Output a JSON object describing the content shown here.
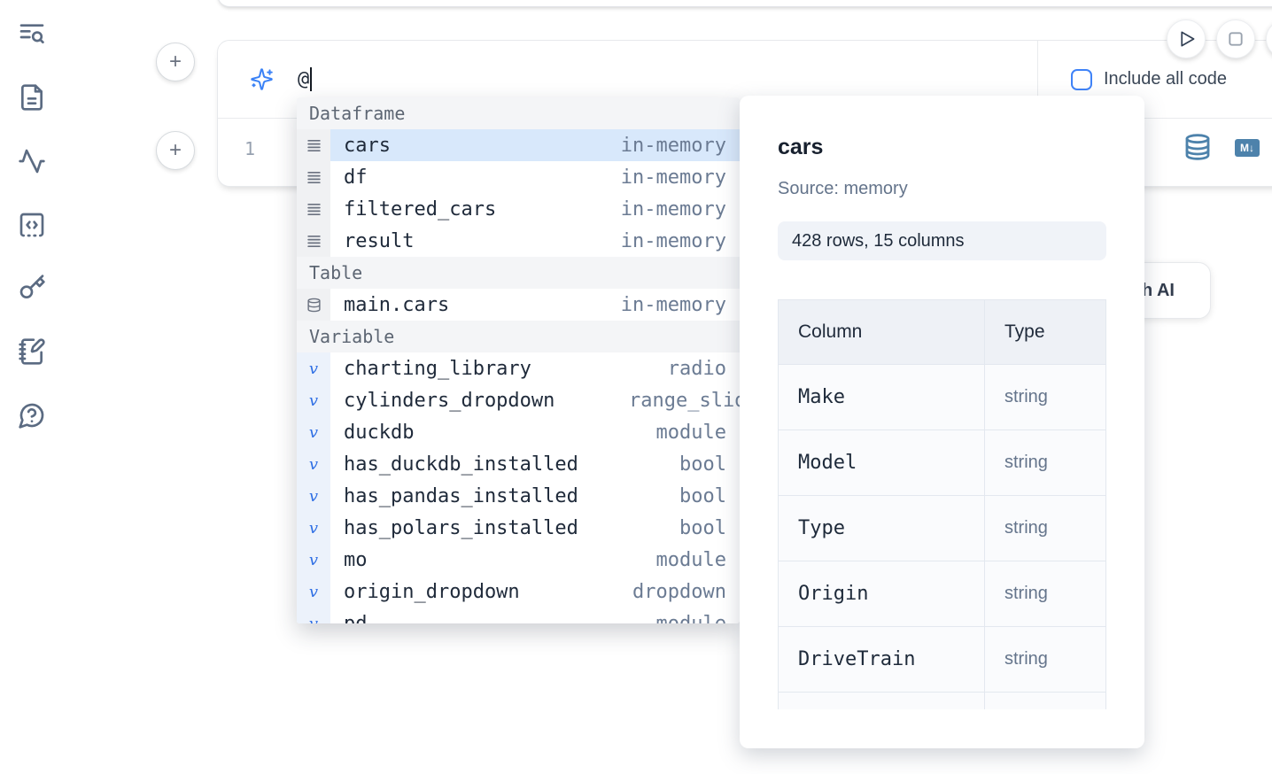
{
  "colors": {
    "accent_blue": "#3b82f6",
    "steel_icon_blue": "#4d82ab",
    "selection_blue": "#d8e8fb",
    "sidebar_icon": "#5b6b82"
  },
  "sidebar": {
    "icons": [
      {
        "name": "table-of-contents-search-icon"
      },
      {
        "name": "file-document-icon"
      },
      {
        "name": "activity-tracer-icon"
      },
      {
        "name": "snippets-code-icon"
      },
      {
        "name": "secrets-key-icon"
      },
      {
        "name": "scratchpad-notebook-pen-icon"
      },
      {
        "name": "help-chat-question-icon"
      }
    ]
  },
  "cell": {
    "ai_prompt_value": "@",
    "include_all_code_label": "Include all code",
    "include_all_code_checked": false,
    "line_number": "1",
    "markdown_badge": "M↓"
  },
  "ai_generate_button_label": "Generate with AI",
  "autocomplete": {
    "groups": [
      {
        "label": "Dataframe",
        "icon": "dataframe-rows-icon",
        "items": [
          {
            "name": "cars",
            "type": "in-memory",
            "selected": true
          },
          {
            "name": "df",
            "type": "in-memory"
          },
          {
            "name": "filtered_cars",
            "type": "in-memory"
          },
          {
            "name": "result",
            "type": "in-memory"
          }
        ]
      },
      {
        "label": "Table",
        "icon": "database-icon",
        "items": [
          {
            "name": "main.cars",
            "type": "in-memory"
          }
        ]
      },
      {
        "label": "Variable",
        "icon": "variable-v-icon",
        "items": [
          {
            "name": "charting_library",
            "type": "radio"
          },
          {
            "name": "cylinders_dropdown",
            "type": "range_slider",
            "clipped": true
          },
          {
            "name": "duckdb",
            "type": "module"
          },
          {
            "name": "has_duckdb_installed",
            "type": "bool"
          },
          {
            "name": "has_pandas_installed",
            "type": "bool"
          },
          {
            "name": "has_polars_installed",
            "type": "bool"
          },
          {
            "name": "mo",
            "type": "module"
          },
          {
            "name": "origin_dropdown",
            "type": "dropdown"
          },
          {
            "name": "pd",
            "type": "module",
            "partial": true
          }
        ]
      }
    ]
  },
  "preview": {
    "title": "cars",
    "source": "Source: memory",
    "shape_badge": "428 rows, 15 columns",
    "table": {
      "headers": [
        "Column",
        "Type"
      ],
      "rows": [
        {
          "column": "Make",
          "type": "string"
        },
        {
          "column": "Model",
          "type": "string"
        },
        {
          "column": "Type",
          "type": "string"
        },
        {
          "column": "Origin",
          "type": "string"
        },
        {
          "column": "DriveTrain",
          "type": "string"
        }
      ]
    }
  }
}
